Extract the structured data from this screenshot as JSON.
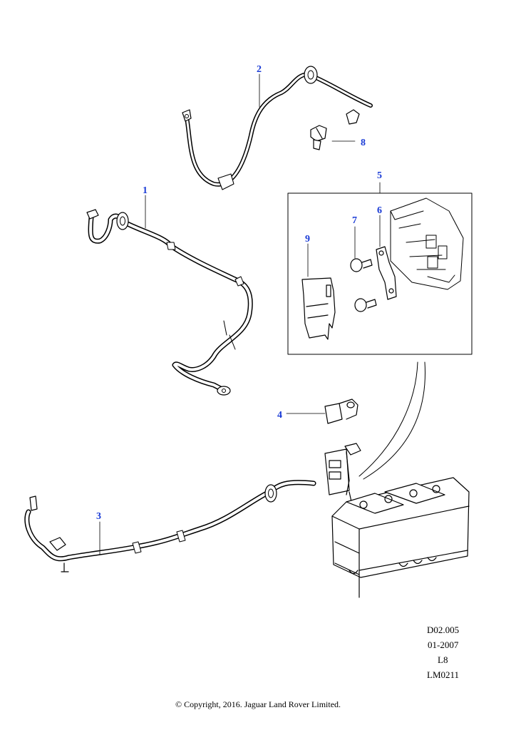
{
  "callouts": {
    "c1": "1",
    "c2": "2",
    "c3": "3",
    "c4": "4",
    "c5": "5",
    "c6": "6",
    "c7": "7",
    "c8": "8",
    "c9": "9"
  },
  "reference": {
    "code": "D02.005",
    "date": "01-2007",
    "model": "L8",
    "illustration": "LM0211"
  },
  "copyright": "© Copyright, 2016. Jaguar Land Rover Limited.",
  "colors": {
    "callout": "#1a3bd6",
    "line": "#000000"
  }
}
